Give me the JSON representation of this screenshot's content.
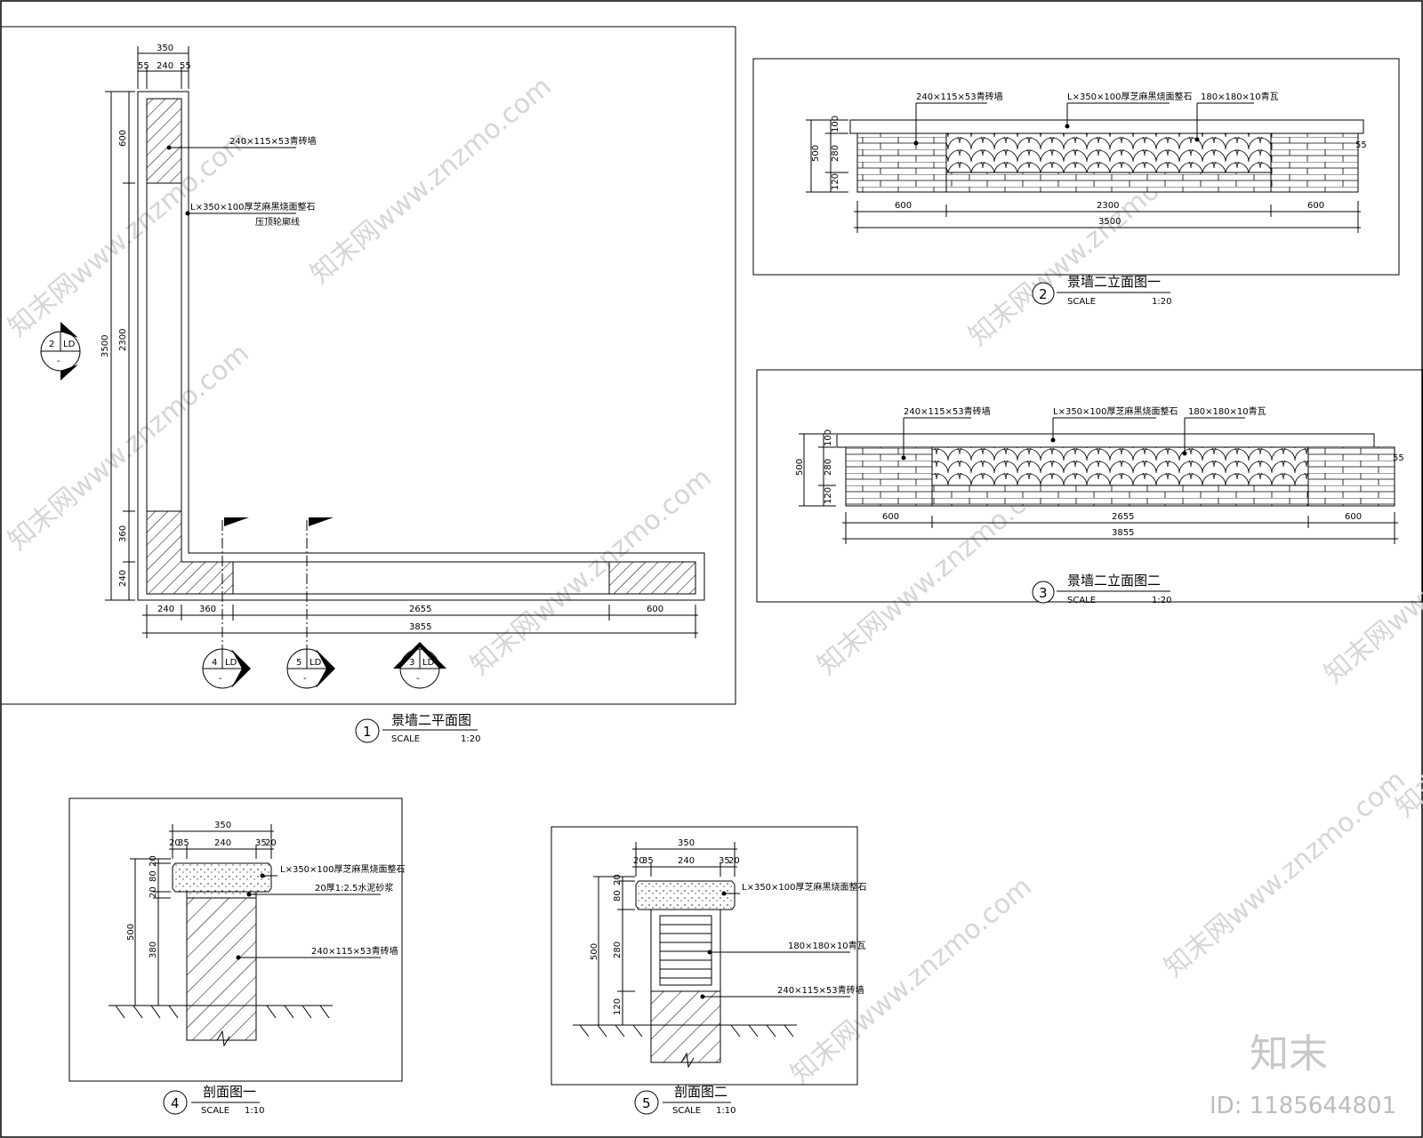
{
  "plan": {
    "title": "景墙二平面图",
    "number": "1",
    "scale_label": "SCALE",
    "scale_value": "1:20",
    "dims_top": [
      "350",
      "55",
      "240",
      "55"
    ],
    "dims_left": [
      "600",
      "2300",
      "360",
      "240",
      "3500"
    ],
    "dims_bottom": [
      "240",
      "360",
      "2655",
      "600",
      "3855"
    ],
    "callout_brick": "240×115×53青砖墙",
    "callout_stone": "L×350×100厚芝麻黑烧面整石",
    "callout_stone2": "压顶轮廓线",
    "markers": [
      {
        "num": "2",
        "ref": "LD",
        "sub": "-"
      },
      {
        "num": "4",
        "ref": "LD",
        "sub": "-"
      },
      {
        "num": "5",
        "ref": "LD",
        "sub": "-"
      },
      {
        "num": "3",
        "ref": "LD",
        "sub": "-"
      }
    ]
  },
  "elev1": {
    "title": "景墙二立面图一",
    "number": "2",
    "scale_label": "SCALE",
    "scale_value": "1:20",
    "callouts": [
      "240×115×53青砖墙",
      "L×350×100厚芝麻黑烧面整石",
      "180×180×10青瓦"
    ],
    "dims_left": [
      "500",
      "100",
      "280",
      "120"
    ],
    "dim_right": "55",
    "dims_bottom": [
      "600",
      "2300",
      "600",
      "3500"
    ]
  },
  "elev2": {
    "title": "景墙二立面图二",
    "number": "3",
    "scale_label": "SCALE",
    "scale_value": "1:20",
    "callouts": [
      "240×115×53青砖墙",
      "L×350×100厚芝麻黑烧面整石",
      "180×180×10青瓦"
    ],
    "dims_left": [
      "500",
      "100",
      "280",
      "120"
    ],
    "dim_right": "55",
    "dims_bottom": [
      "600",
      "2655",
      "600",
      "3855"
    ]
  },
  "sec1": {
    "title": "剖面图一",
    "number": "4",
    "scale_label": "SCALE",
    "scale_value": "1:10",
    "dims_top": [
      "350",
      "20",
      "35",
      "240",
      "35",
      "20"
    ],
    "dims_left": [
      "500",
      "20",
      "80",
      "20",
      "380"
    ],
    "callouts": [
      "L×350×100厚芝麻黑烧面整石",
      "20厚1:2.5水泥砂浆",
      "240×115×53青砖墙"
    ]
  },
  "sec2": {
    "title": "剖面图二",
    "number": "5",
    "scale_label": "SCALE",
    "scale_value": "1:10",
    "dims_top": [
      "350",
      "20",
      "35",
      "240",
      "35",
      "20"
    ],
    "dims_left": [
      "500",
      "20",
      "80",
      "280",
      "120"
    ],
    "callouts": [
      "L×350×100厚芝麻黑烧面整石",
      "180×180×10青瓦",
      "240×115×53青砖墙"
    ]
  },
  "watermark": {
    "text": "知末网www.znzmo.com"
  },
  "brand": {
    "logo": "知末",
    "id": "ID: 1185644801"
  }
}
